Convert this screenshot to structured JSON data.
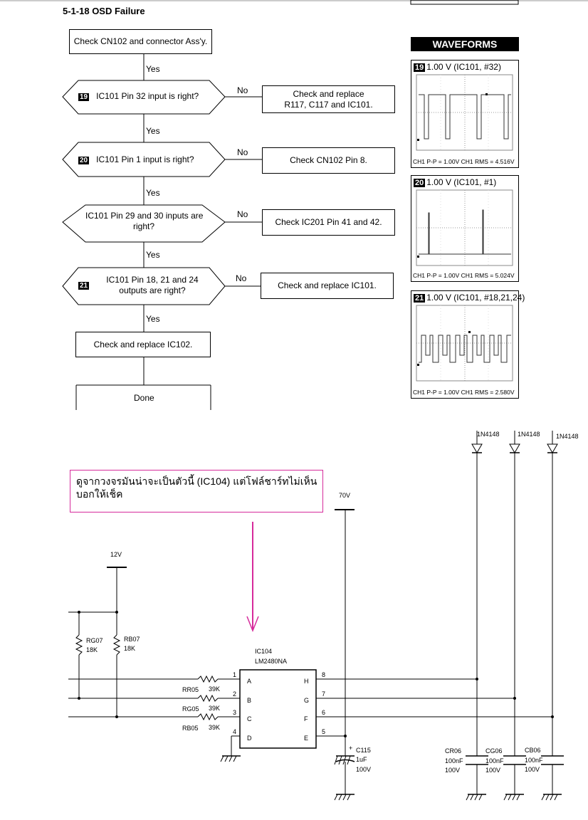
{
  "title": "5-1-18 OSD Failure",
  "flow": {
    "start": "Check CN102 and connector Ass'y.",
    "yes": "Yes",
    "no": "No",
    "d19_num": "19",
    "d19": "IC101 Pin 32 input is right?",
    "a19_l1": "Check and replace",
    "a19_l2": "R117, C117 and IC101.",
    "d20_num": "20",
    "d20": "IC101 Pin 1 input is right?",
    "a20": "Check CN102 Pin 8.",
    "dmid_l1": "IC101 Pin 29 and 30 inputs are",
    "dmid_l2": "right?",
    "amid": "Check IC201 Pin 41 and 42.",
    "d21_num": "21",
    "d21_l1": "IC101 Pin 18, 21 and 24",
    "d21_l2": "outputs are right?",
    "a21": "Check and replace IC101.",
    "replace102": "Check and replace IC102.",
    "done": "Done"
  },
  "waveforms": {
    "header": "WAVEFORMS",
    "w19_num": "19",
    "w19_cap": "1.00 V (IC101, #32)",
    "w19_foot": "CH1 P-P = 1.00V   CH1 RMS = 4.516V",
    "w20_num": "20",
    "w20_cap": "1.00 V (IC101, #1)",
    "w20_foot": "CH1 P-P = 1.00V   CH1 RMS = 5.024V",
    "w21_num": "21",
    "w21_cap": "1.00 V (IC101, #18,21,24)",
    "w21_foot": "CH1 P-P = 1.00V   CH1 RMS = 2.580V"
  },
  "note": {
    "line1": "ดูจากวงจรมันน่าจะเป็นตัวนี้ (IC104) แต่โฟล์ชาร์ทไม่เห็น",
    "line2": "บอกให้เช็ค",
    "accent_color": "#d62a9b"
  },
  "schematic": {
    "v12": "12V",
    "v70": "70V",
    "diode": "1N4148",
    "rg07": "RG07",
    "rb07": "RB07",
    "r18k": "18K",
    "ic_name": "IC104",
    "ic_part": "LM2480NA",
    "rr05": "RR05",
    "rg05": "RG05",
    "rb05": "RB05",
    "r39k": "39K",
    "pinA": "A",
    "pinB": "B",
    "pinC": "C",
    "pinD": "D",
    "pinH": "H",
    "pinG": "G",
    "pinF": "F",
    "pinE": "E",
    "p1": "1",
    "p2": "2",
    "p3": "3",
    "p4": "4",
    "p5": "5",
    "p6": "6",
    "p7": "7",
    "p8": "8",
    "c115": "C115",
    "c115_val": "1uF",
    "c115_v": "100V",
    "plus": "+",
    "cr06": "CR06",
    "cg06": "CG06",
    "cb06": "CB06",
    "cap_val": "100nF",
    "cap_v": "100V"
  }
}
